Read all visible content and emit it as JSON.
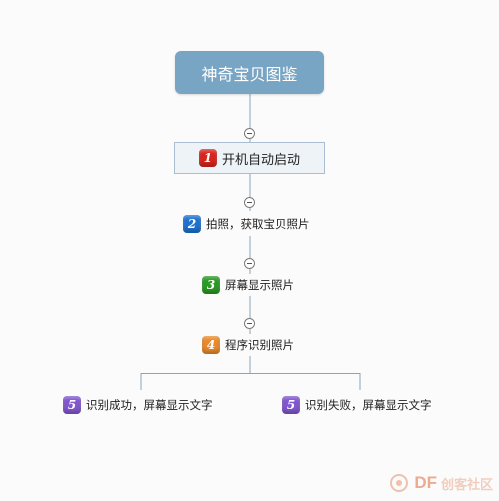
{
  "root": {
    "label": "神奇宝贝图鉴"
  },
  "steps": [
    {
      "num": "1",
      "label": "开机自动启动",
      "color": "#d9251d"
    },
    {
      "num": "2",
      "label": "拍照，获取宝贝照片",
      "color": "#1f72d0"
    },
    {
      "num": "3",
      "label": "屏幕显示照片",
      "color": "#2a9a24"
    },
    {
      "num": "4",
      "label": "程序识别照片",
      "color": "#ea8b2b"
    }
  ],
  "branches": [
    {
      "num": "5",
      "label": "识别成功，屏幕显示文字",
      "color": "#8257d0"
    },
    {
      "num": "5",
      "label": "识别失败，屏幕显示文字",
      "color": "#8257d0"
    }
  ],
  "watermark": {
    "brand": "DF",
    "sub": "创客社区"
  }
}
